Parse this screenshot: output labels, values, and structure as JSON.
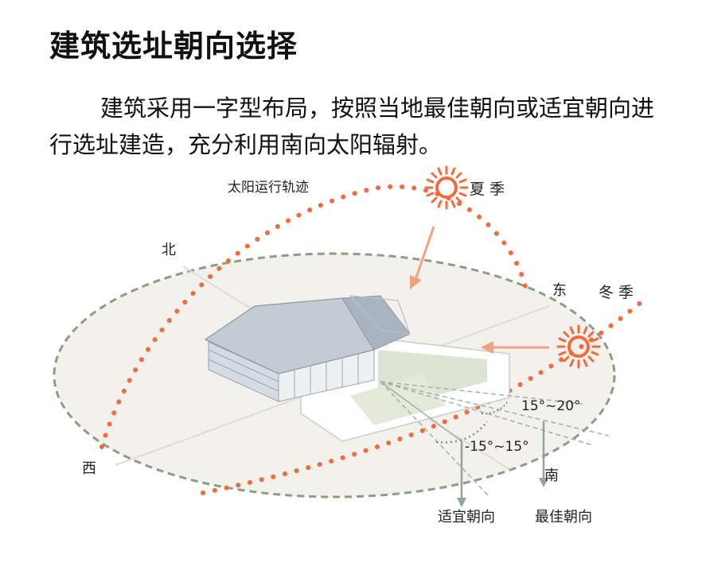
{
  "title": "建筑选址朝向选择",
  "paragraph": "建筑采用一字型布局，按照当地最佳朝向或适宜朝向进行选址建造，充分利用南向太阳辐射。",
  "diagram": {
    "sun_path_label": "太阳运行轨迹",
    "summer_label": "夏 季",
    "winter_label": "冬 季",
    "north_label": "北",
    "east_label": "东",
    "west_label": "西",
    "south_label": "南",
    "angle_range_1": "15°~20°",
    "angle_range_2": "-15°~15°",
    "suitable_orientation": "适宜朝向",
    "best_orientation": "最佳朝向",
    "colors": {
      "sun": "#f26b3a",
      "sun_path": "#f26b3a",
      "arrow": "#f4a083",
      "ground_ellipse": "#8a9e86",
      "ground_fill": "#f2f1ec"
    }
  }
}
